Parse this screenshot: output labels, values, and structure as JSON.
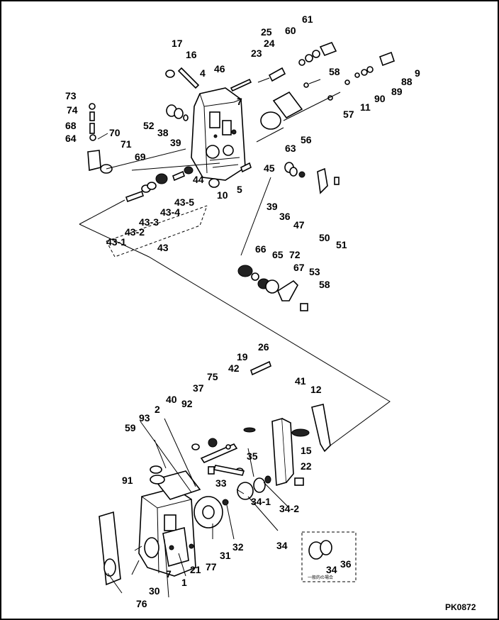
{
  "drawing": {
    "code": "PK0872",
    "inset_note": "一般的の場合"
  },
  "callouts": {
    "c1": "1",
    "c2": "2",
    "c4": "4",
    "c5": "5",
    "c7a": "7",
    "c7b": "7",
    "c9": "9",
    "c10": "10",
    "c11": "11",
    "c12": "12",
    "c15": "15",
    "c16": "16",
    "c17": "17",
    "c19": "19",
    "c21": "21",
    "c22": "22",
    "c23": "23",
    "c24": "24",
    "c25": "25",
    "c26": "26",
    "c30": "30",
    "c31": "31",
    "c32": "32",
    "c33": "33",
    "c34": "34",
    "c34_1": "34-1",
    "c34_2": "34-2",
    "c34i": "34",
    "c35": "35",
    "c36a": "36",
    "c36i": "36",
    "c37": "37",
    "c38": "38",
    "c39a": "39",
    "c39b": "39",
    "c40": "40",
    "c41": "41",
    "c42": "42",
    "c43": "43",
    "c43_1": "43-1",
    "c43_2": "43-2",
    "c43_3": "43-3",
    "c43_4": "43-4",
    "c43_5": "43-5",
    "c44": "44",
    "c45": "45",
    "c46": "46",
    "c47": "47",
    "c50": "50",
    "c51": "51",
    "c52": "52",
    "c53": "53",
    "c56": "56",
    "c57": "57",
    "c58a": "58",
    "c58b": "58",
    "c59": "59",
    "c60": "60",
    "c61": "61",
    "c63": "63",
    "c64": "64",
    "c65": "65",
    "c66": "66",
    "c67": "67",
    "c68": "68",
    "c69": "69",
    "c70": "70",
    "c71": "71",
    "c72": "72",
    "c73": "73",
    "c74": "74",
    "c75": "75",
    "c76": "76",
    "c77": "77",
    "c88": "88",
    "c89": "89",
    "c90": "90",
    "c91": "91",
    "c92": "92",
    "c93": "93"
  }
}
